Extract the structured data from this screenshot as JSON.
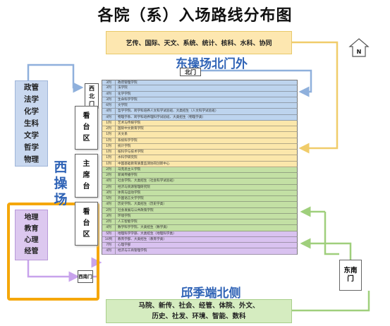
{
  "title": "各院（系）入场路线分布图",
  "top_box": "艺传、国际、天文、系统、统计、核科、水科、协同",
  "north_label": "N",
  "east_heading": "东操场北门外",
  "north_gate": "北门",
  "west_north_gate": [
    "西",
    "北",
    "门"
  ],
  "west_south_gate": "西南门",
  "southeast_gate": [
    "东南",
    "门"
  ],
  "left_box_top": [
    "政管",
    "法学",
    "化学",
    "生科",
    "文学",
    "哲学",
    "物理"
  ],
  "left_box_bottom": [
    "地理",
    "教育",
    "心理",
    "经管"
  ],
  "west_field_label": [
    "西",
    "操",
    "场"
  ],
  "stand_top": [
    "看",
    "台",
    "区"
  ],
  "main_stage": [
    "主",
    "席",
    "台"
  ],
  "stand_bottom": [
    "看",
    "台",
    "区"
  ],
  "south_heading": "邱季端北侧",
  "bottom_box": [
    "马院、新传、社会、经管、体院、外文、",
    "历史、社发、环境、智能、数科"
  ],
  "rows": [
    {
      "floor": "3列",
      "name": "政府管理学院",
      "color": "blue"
    },
    {
      "floor": "3列",
      "name": "法学院",
      "color": "blue"
    },
    {
      "floor": "4列",
      "name": "化学学院",
      "color": "blue"
    },
    {
      "floor": "3列",
      "name": "生命科学学院",
      "color": "blue"
    },
    {
      "floor": "6列",
      "name": "文学院",
      "color": "blue"
    },
    {
      "floor": "4列",
      "name": "哲学学院、跨学科培养人文科学试验班、大类招生（人文科学试验班）",
      "color": "blue"
    },
    {
      "floor": "4列",
      "name": "物理学系、跨学科培养理科学试验班、大类招生（物理学类）",
      "color": "blue"
    },
    {
      "floor": "1列",
      "name": "艺术与传媒学院",
      "color": "yellow"
    },
    {
      "floor": "2列",
      "name": "国际中文教育学院",
      "color": "yellow"
    },
    {
      "floor": "1列",
      "name": "天文系",
      "color": "yellow"
    },
    {
      "floor": "1列",
      "name": "系统科学学院",
      "color": "yellow"
    },
    {
      "floor": "1列",
      "name": "统计学院",
      "color": "yellow"
    },
    {
      "floor": "1列",
      "name": "核科学与技术学院",
      "color": "yellow"
    },
    {
      "floor": "1列",
      "name": "水科学研究院",
      "color": "yellow"
    },
    {
      "floor": "1列",
      "name": "中国基础教育质量监测协同创新中心",
      "color": "yellow"
    },
    {
      "floor": "2列",
      "name": "马克思主义学院",
      "color": "green"
    },
    {
      "floor": "2列",
      "name": "新闻传播学院",
      "color": "green"
    },
    {
      "floor": "4列",
      "name": "社会学院、大类招生（社会科学试验班）",
      "color": "green"
    },
    {
      "floor": "2列",
      "name": "经济与资源管理研究院",
      "color": "green"
    },
    {
      "floor": "3列",
      "name": "体育与运动学院",
      "color": "green"
    },
    {
      "floor": "5列",
      "name": "外国语言文学学院",
      "color": "green"
    },
    {
      "floor": "4列",
      "name": "历史学院、大类招生（历史学类）",
      "color": "green"
    },
    {
      "floor": "2列",
      "name": "社会发展与公共政策学院",
      "color": "green"
    },
    {
      "floor": "3列",
      "name": "环境学院",
      "color": "green"
    },
    {
      "floor": "2列",
      "name": "人工智能学院",
      "color": "green"
    },
    {
      "floor": "4列",
      "name": "数学科学学院、大类招生（数学类）",
      "color": "green"
    },
    {
      "floor": "5列",
      "name": "地理科学学部、大类招生（地理科学类）",
      "color": "purple"
    },
    {
      "floor": "10列",
      "name": "教育学部、大类招生（教育学类）",
      "color": "purple"
    },
    {
      "floor": "7列",
      "name": "心理学部",
      "color": "purple"
    },
    {
      "floor": "4列",
      "name": "经济与工商管理学院",
      "color": "purple"
    }
  ],
  "colors": {
    "blue": "#bdd4ee",
    "yellow": "#fbe7ab",
    "green": "#c3e0a4",
    "purple": "#d9c2f0",
    "orange": "#f5a70a",
    "heading_blue": "#2f63b6"
  }
}
